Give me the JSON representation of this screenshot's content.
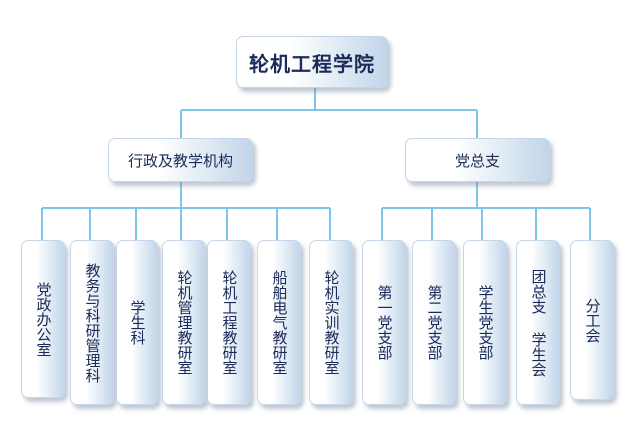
{
  "root": {
    "label": "轮机工程学院"
  },
  "branches": [
    {
      "label": "行政及教学机构"
    },
    {
      "label": "党总支"
    }
  ],
  "admin_units": [
    {
      "label": "党政办公室"
    },
    {
      "label": "教务与科研管理科"
    },
    {
      "label": "学生科"
    },
    {
      "label": "轮机管理教研室"
    },
    {
      "label": "轮机工程教研室"
    },
    {
      "label": "船舶电气教研室"
    },
    {
      "label": "轮机实训教研室"
    }
  ],
  "party_units": [
    {
      "label": "第一党支部"
    },
    {
      "label": "第二党支部"
    },
    {
      "label": "学生党支部"
    },
    {
      "label": "团总支 学生会"
    },
    {
      "label": "分工会"
    }
  ],
  "colors": {
    "connector": "#7ec6e6",
    "text": "#1c2a59",
    "box_gradient_end": "#c2d5ea"
  }
}
